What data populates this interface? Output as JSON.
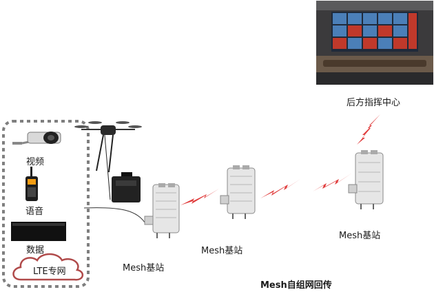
{
  "labels": {
    "command_center": "后方指挥中心",
    "video": "视频",
    "voice": "语音",
    "data": "数据",
    "lte": "LTE专网",
    "mesh_station_1": "Mesh基站",
    "mesh_station_2": "Mesh基站",
    "mesh_station_3": "Mesh基站",
    "network_caption": "Mesh自组网回传"
  },
  "colors": {
    "dashed_border": "#7f7f7f",
    "cloud_stroke": "#b04a4a",
    "lightning": "#e03c3c",
    "device_body": "#e6e6e6",
    "device_stroke": "#8a8a8a"
  }
}
